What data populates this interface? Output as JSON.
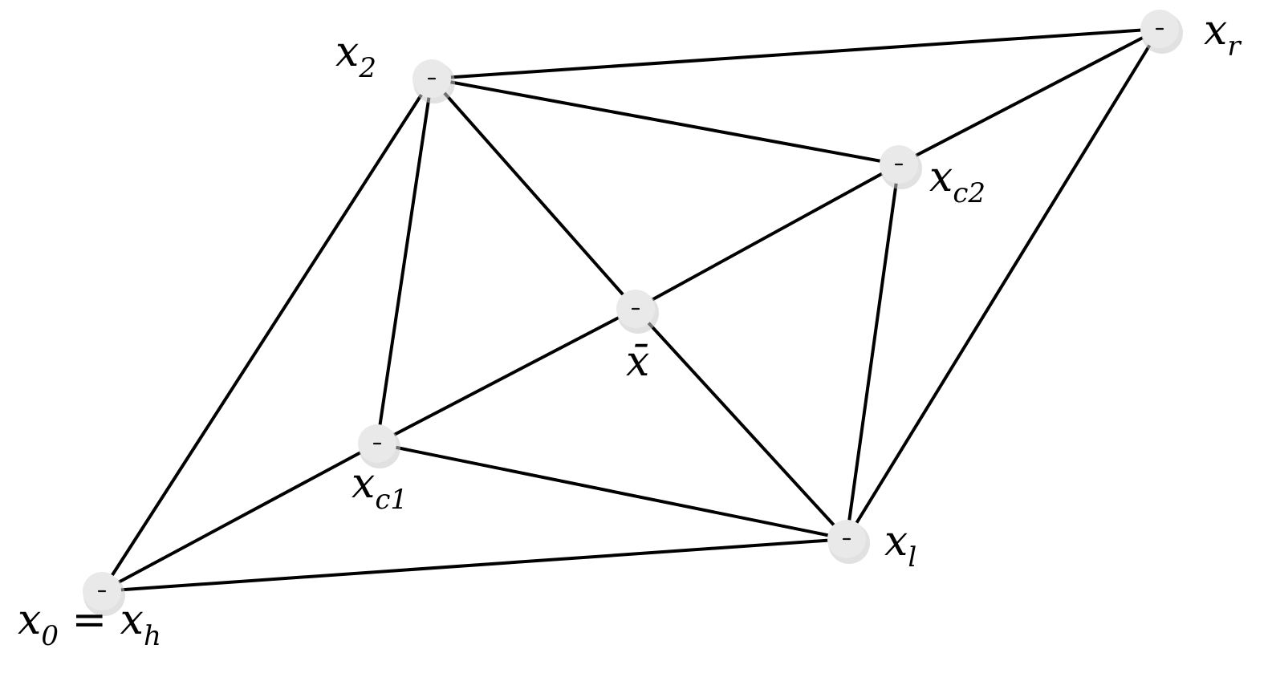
{
  "diagram": {
    "nodes": [
      {
        "id": "x0",
        "label": "x",
        "sub": "0",
        "suffix": " = x",
        "suffix_sub": "h"
      },
      {
        "id": "x2",
        "label": "x",
        "sub": "2"
      },
      {
        "id": "xr",
        "label": "x",
        "sub": "r"
      },
      {
        "id": "xc2",
        "label": "x",
        "sub": "c2"
      },
      {
        "id": "xbar",
        "label": "x̄",
        "sub": ""
      },
      {
        "id": "xc1",
        "label": "x",
        "sub": "c1"
      },
      {
        "id": "xl",
        "label": "x",
        "sub": "l"
      }
    ],
    "edges": [
      [
        "x0",
        "x2"
      ],
      [
        "x0",
        "xc1"
      ],
      [
        "x0",
        "xl"
      ],
      [
        "x2",
        "xr"
      ],
      [
        "x2",
        "xc2"
      ],
      [
        "x2",
        "xbar"
      ],
      [
        "x2",
        "xc1"
      ],
      [
        "xr",
        "xc2"
      ],
      [
        "xr",
        "xl"
      ],
      [
        "xc2",
        "xbar"
      ],
      [
        "xc2",
        "xl"
      ],
      [
        "xbar",
        "xc1"
      ],
      [
        "xbar",
        "xl"
      ],
      [
        "xc1",
        "xl"
      ]
    ],
    "colors": {
      "edge": "#000000",
      "node_fill": "#e9e9e9",
      "background": "#ffffff"
    }
  }
}
